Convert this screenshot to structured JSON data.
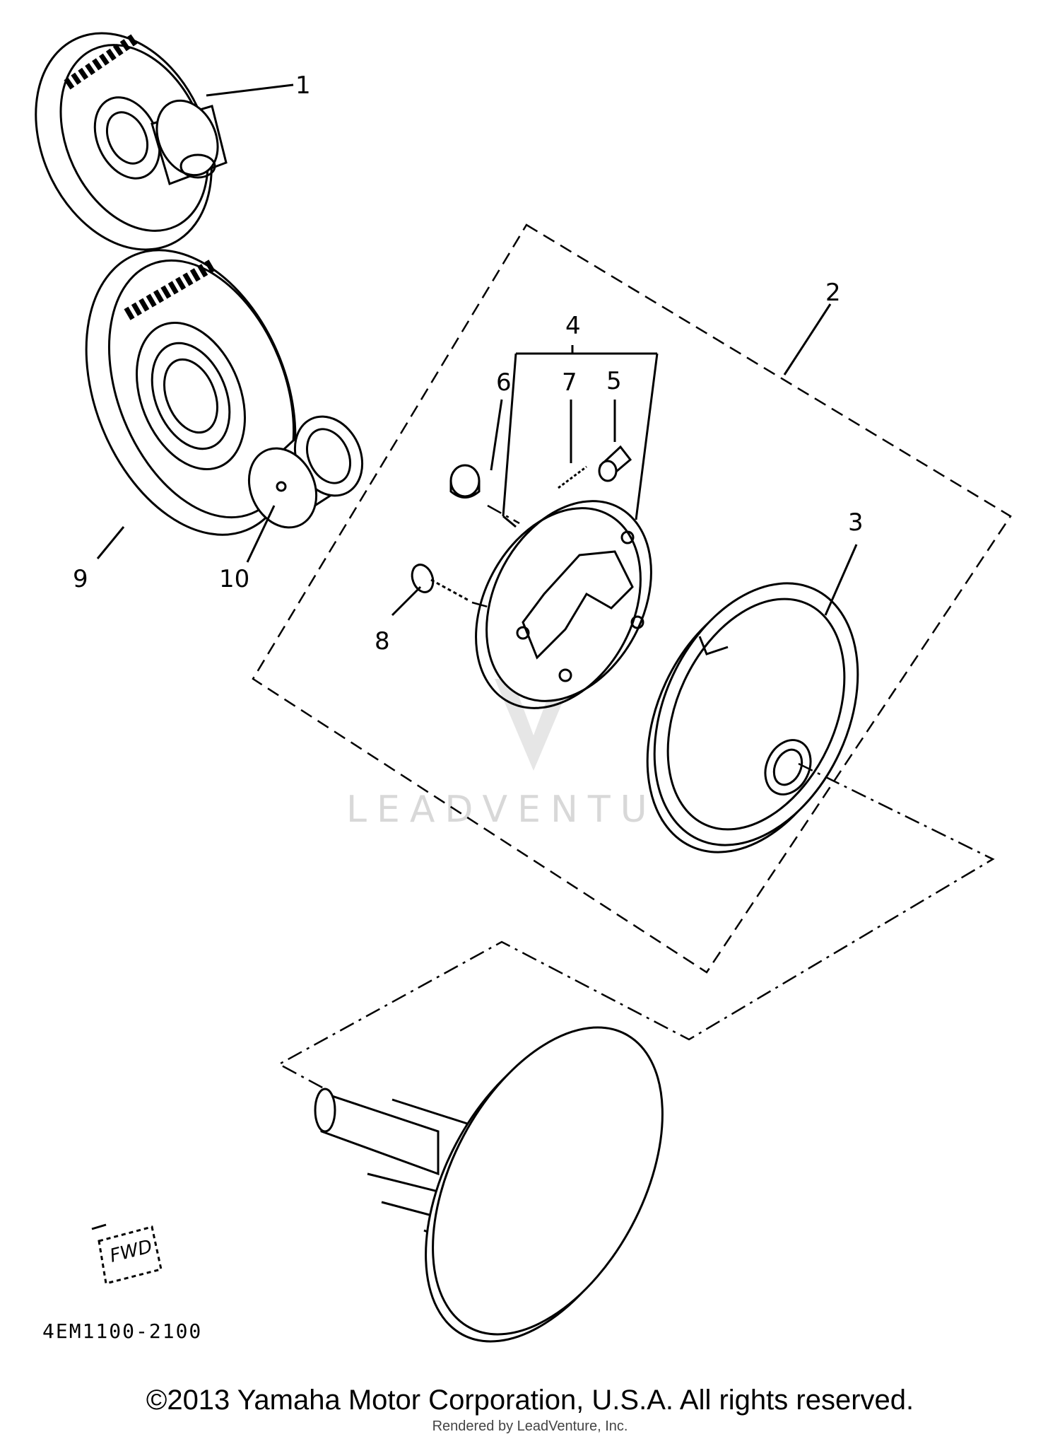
{
  "diagram": {
    "callouts": [
      {
        "id": "callout-1",
        "label": "1"
      },
      {
        "id": "callout-2",
        "label": "2"
      },
      {
        "id": "callout-3",
        "label": "3"
      },
      {
        "id": "callout-4",
        "label": "4"
      },
      {
        "id": "callout-5",
        "label": "5"
      },
      {
        "id": "callout-6",
        "label": "6"
      },
      {
        "id": "callout-7",
        "label": "7"
      },
      {
        "id": "callout-8",
        "label": "8"
      },
      {
        "id": "callout-9",
        "label": "9"
      },
      {
        "id": "callout-10",
        "label": "10"
      }
    ],
    "direction_label": "FWD",
    "diagram_code": "4EM1100-2100",
    "watermark": "LEADVENTURE"
  },
  "footer": {
    "copyright": "©2013 Yamaha Motor Corporation, U.S.A. All rights reserved.",
    "rendered_by": "Rendered by LeadVenture, Inc."
  }
}
